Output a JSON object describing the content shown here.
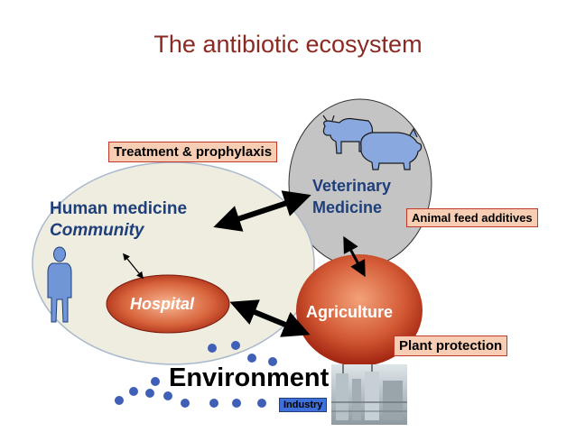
{
  "title": "The antibiotic ecosystem",
  "labels": {
    "treatment": "Treatment & prophylaxis",
    "animal_feed": "Animal feed additives",
    "plant_protection": "Plant protection",
    "industry": "Industry"
  },
  "nodes": {
    "human_medicine": "Human medicine",
    "community": "Community",
    "hospital": "Hospital",
    "veterinary_line1": "Veterinary",
    "veterinary_line2": "Medicine",
    "agriculture": "Agriculture",
    "environment": "Environment"
  },
  "colors": {
    "title": "#8b2a22",
    "human_circle": "#efece0",
    "veterinary_circle": "#c4c4c4",
    "agriculture_gradient": [
      "#f3a27a",
      "#a0230f"
    ],
    "hospital_gradient": [
      "#f3a27a",
      "#a0230f"
    ],
    "label_fill": "#f7cdb3",
    "label_border": "#c0392b",
    "node_text": "#1f3f7a",
    "dots": "#4060b8",
    "animals": "#8aa8e0"
  },
  "icons": [
    "person-icon",
    "cow-icon",
    "pig-icon",
    "factory-image"
  ]
}
